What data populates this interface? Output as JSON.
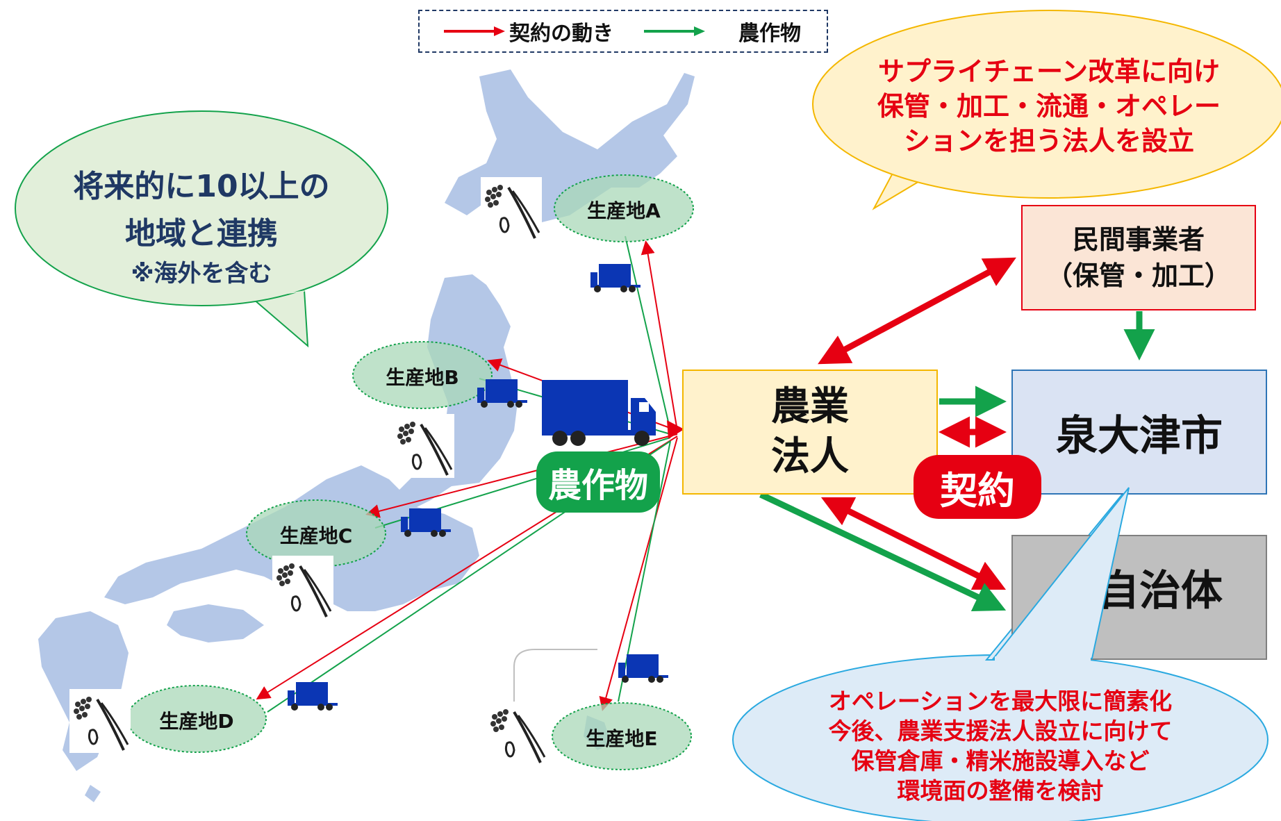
{
  "legend": {
    "contract_label": "契約の動き",
    "crop_label": "農作物"
  },
  "bubbles": {
    "left": {
      "line1": "将来的に10以上の",
      "line2": "地域と連携",
      "line3": "※海外を含む"
    },
    "top_right": {
      "line1": "サプライチェーン改革に向け",
      "line2": "保管・加工・流通・オペレー",
      "line3": "ションを担う法人を設立"
    },
    "bottom_right": {
      "line1": "オペレーションを最大限に簡素化",
      "line2": "今後、農業支援法人設立に向けて",
      "line3": "保管倉庫・精米施設導入など",
      "line4": "環境面の整備を検討"
    }
  },
  "sites": [
    {
      "label": "生産地A"
    },
    {
      "label": "生産地B"
    },
    {
      "label": "生産地C"
    },
    {
      "label": "生産地D"
    },
    {
      "label": "生産地E"
    }
  ],
  "nodes": {
    "farm_corp": {
      "line1": "農業",
      "line2": "法人"
    },
    "private_biz": {
      "line1": "民間事業者",
      "line2": "（保管・加工）"
    },
    "izumiotsu": {
      "label": "泉大津市"
    },
    "other_munis": {
      "label": "他自治体"
    }
  },
  "badges": {
    "crops": "農作物",
    "contract": "契約"
  },
  "colors": {
    "contract_red": "#e60012",
    "crop_green": "#13a24b",
    "map_blue": "#b4c7e7",
    "truck_blue": "#0b36b4"
  }
}
